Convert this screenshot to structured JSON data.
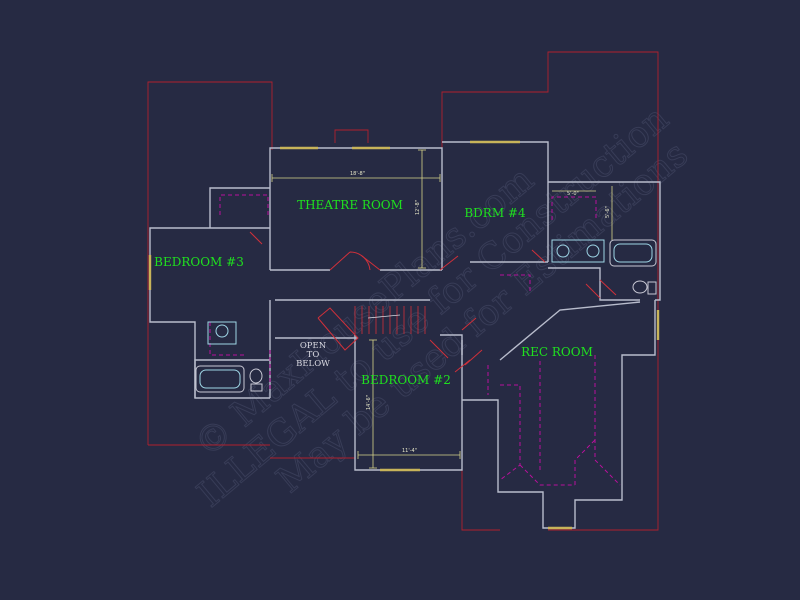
{
  "rooms": {
    "theatre_room": "THEATRE ROOM",
    "bdrm4": "BDRM #4",
    "bedroom3": "BEDROOM #3",
    "bedroom2": "BEDROOM #2",
    "rec_room": "REC ROOM",
    "open_to_below": [
      "OPEN",
      "TO",
      "BELOW"
    ]
  },
  "dimensions": {
    "theatre_width": "18'-8\"",
    "theatre_depth": "12'-8\"",
    "bdrm4_closet": "5'-0\"",
    "bdrm4_side": "5'-6\"",
    "bedroom2_width": "11'-4\"",
    "bedroom2_depth": "14'-6\""
  },
  "watermark": {
    "line1": "© MaxHousePlans.com",
    "line2": "ILLEGAL to use for Construction",
    "line3": "May be used for Estimations"
  },
  "colors": {
    "background": "#262a43",
    "room_label": "#1fe01f",
    "wall": "#b8bccc",
    "roof": "#b0202e",
    "dashed": "#b8109c",
    "window": "#c8b45a",
    "dimension": "#d8d48a"
  }
}
